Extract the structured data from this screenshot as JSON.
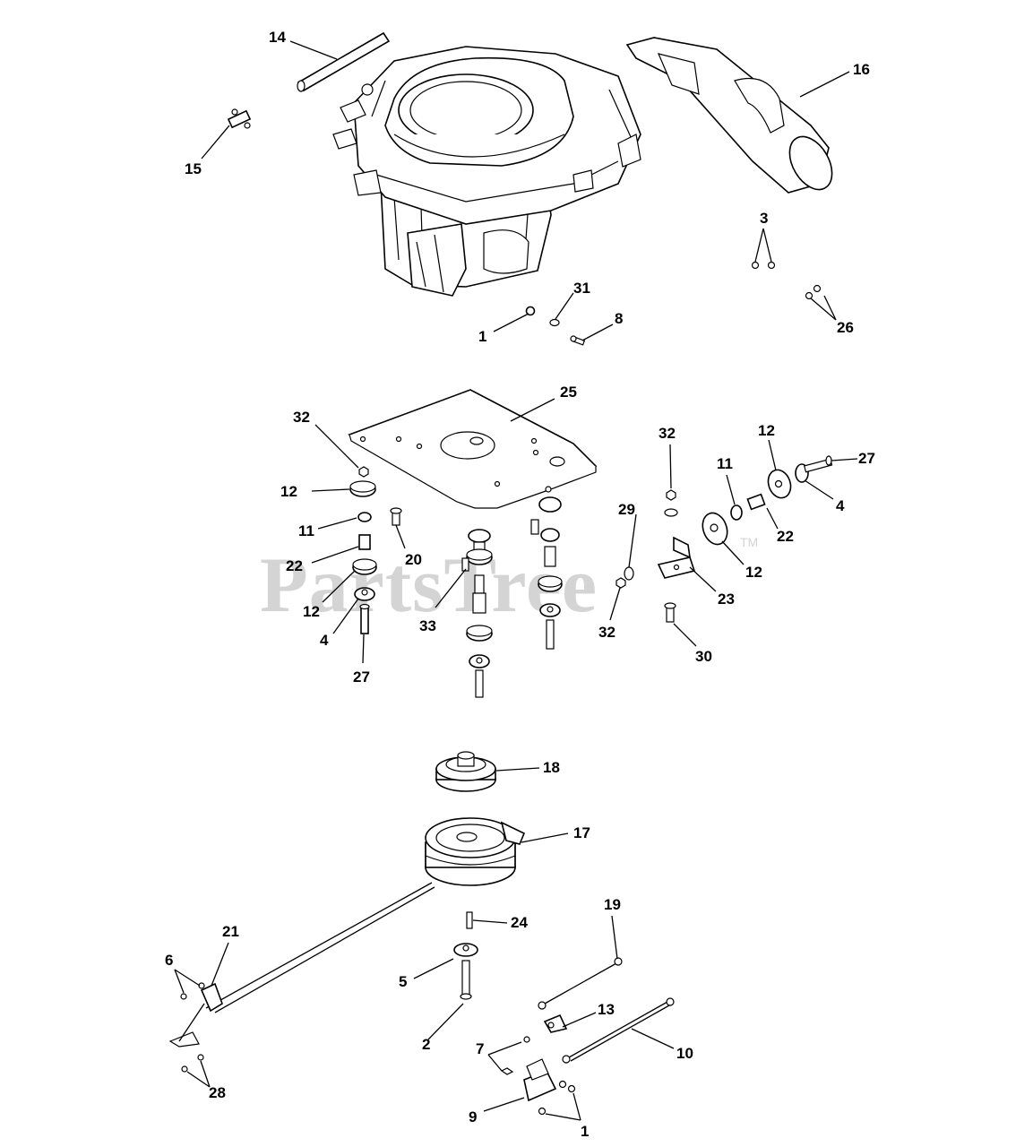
{
  "watermark": {
    "brand": "PartsTree",
    "trademark": "TM"
  },
  "callouts": [
    "14",
    "15",
    "16",
    "3",
    "31",
    "8",
    "1",
    "26",
    "25",
    "32",
    "12",
    "11",
    "22",
    "20",
    "12",
    "4",
    "27",
    "33",
    "32",
    "29",
    "11",
    "12",
    "27",
    "4",
    "22",
    "12",
    "23",
    "32",
    "30",
    "18",
    "17",
    "19",
    "24",
    "21",
    "6",
    "5",
    "13",
    "2",
    "10",
    "7",
    "28",
    "9",
    "1"
  ]
}
